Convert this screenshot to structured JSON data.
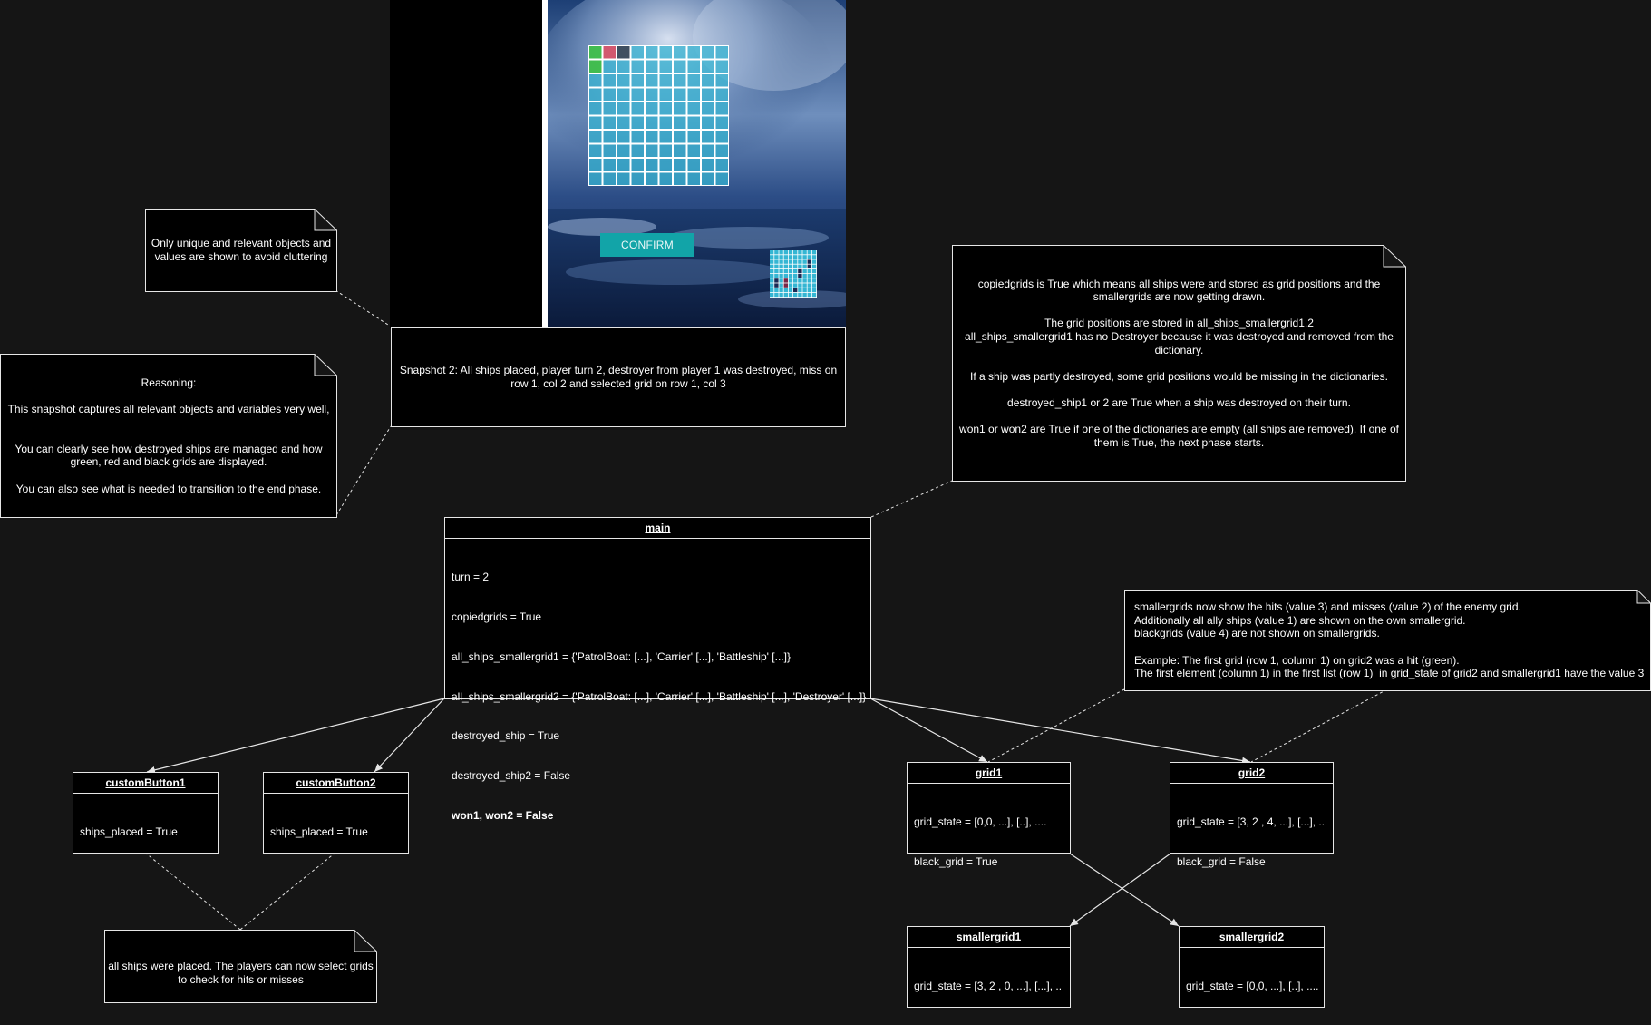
{
  "snapshot_caption": "Snapshot 2: All ships placed, player turn 2, destroyer from player 1 was destroyed, miss on row 1, col 2 and selected grid on row 1, col 3",
  "game_screen": {
    "confirm_label": "CONFIRM"
  },
  "notes": {
    "cluttering": "Only unique and relevant objects and values are shown to avoid cluttering",
    "reasoning": "Reasoning:\n\nThis snapshot captures all relevant objects and variables very well,\n\n\nYou can clearly see how destroyed ships are managed and how green, red and black grids are displayed.\n\nYou can also see what is needed to transition to the end phase.",
    "copiedgrids": "copiedgrids is True which means all ships were and stored as grid positions and the smallergrids are now getting drawn.\n\nThe grid positions are stored in all_ships_smallergrid1,2\nall_ships_smallergrid1 has no Destroyer because it was destroyed and removed from the dictionary.\n\nIf a ship was partly destroyed, some grid positions would be missing in the dictionaries.\n\ndestroyed_ship1 or 2 are True when a ship was destroyed on their turn.\n\nwon1 or won2 are True if one of the dictionaries are empty (all ships are removed). If one of them is True, the next phase starts.",
    "smallergrids": "smallergrids now show the hits (value 3) and misses (value 2) of the enemy grid.\nAdditionally all ally ships (value 1) are shown on the own smallergrid.\nblackgrids (value 4) are not shown on smallergrids.\n\nExample: The first grid (row 1, column 1) on grid2 was a hit (green).\nThe first element (column 1) in the first list (row 1)  in grid_state of grid2 and smallergrid1 have the value 3",
    "ships_placed": "all ships were placed. The players can now select grids to check for hits or misses"
  },
  "objects": {
    "main": {
      "title": "main",
      "lines": [
        "turn = 2",
        "copiedgrids = True",
        "all_ships_smallergrid1 = {'PatrolBoat: [...], 'Carrier' [...], 'Battleship' [...]}",
        "all_ships_smallergrid2 = {'PatrolBoat: [...], 'Carrier' [...], 'Battleship' [...], 'Destroyer' [...]}",
        "destroyed_ship = True",
        "destroyed_ship2 = False"
      ],
      "bold_line": "won1, won2 = False"
    },
    "customButton1": {
      "title": "customButton1",
      "lines": [
        "ships_placed = True"
      ]
    },
    "customButton2": {
      "title": "customButton2",
      "lines": [
        "ships_placed = True"
      ]
    },
    "grid1": {
      "title": "grid1",
      "lines": [
        "grid_state = [0,0, ...], [..], ....",
        "black_grid = True"
      ]
    },
    "grid2": {
      "title": "grid2",
      "lines": [
        "grid_state = [3, 2 , 4, ...], [...], ..",
        "black_grid = False"
      ]
    },
    "smallergrid1": {
      "title": "smallergrid1",
      "lines": [
        "grid_state = [3, 2 , 0, ...], [...], .."
      ]
    },
    "smallergrid2": {
      "title": "smallergrid2",
      "lines": [
        "grid_state = [0,0, ...], [..], ...."
      ]
    }
  },
  "colors": {
    "background": "#151515",
    "box_fill": "#000000",
    "stroke": "#e6e6e6",
    "hit_green": "#3fbf4a",
    "miss_red": "#d6546a",
    "selected_dark": "#3b4a5a",
    "grid_cell": "#35b6d3",
    "confirm_button": "#12a4a8"
  }
}
